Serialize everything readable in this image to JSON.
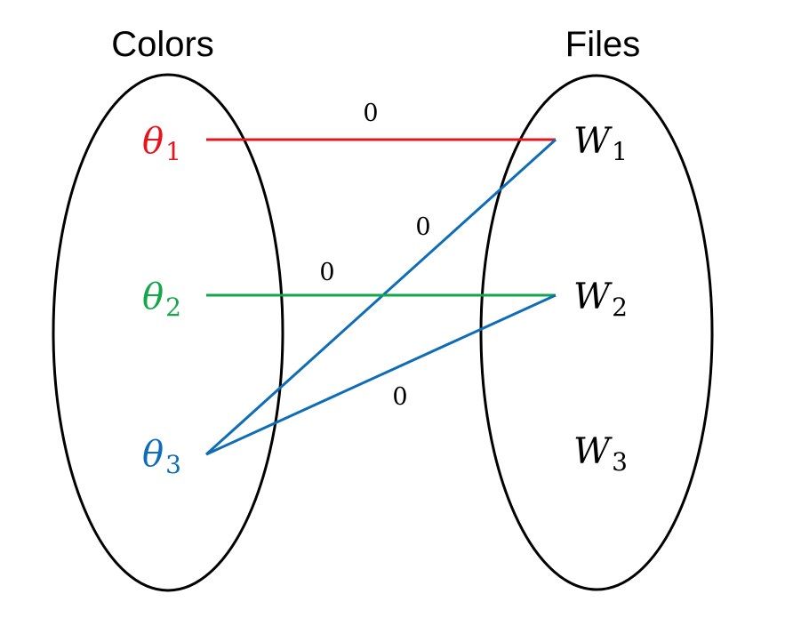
{
  "sets": {
    "left": {
      "title": "Colors"
    },
    "right": {
      "title": "Files"
    }
  },
  "nodes": {
    "theta1": {
      "symbol": "θ",
      "sub": "1",
      "color": "#e8141b"
    },
    "theta2": {
      "symbol": "θ",
      "sub": "2",
      "color": "#16a64a"
    },
    "theta3": {
      "symbol": "θ",
      "sub": "3",
      "color": "#0f6db7"
    },
    "w1": {
      "symbol": "W",
      "sub": "1",
      "color": "#000000"
    },
    "w2": {
      "symbol": "W",
      "sub": "2",
      "color": "#000000"
    },
    "w3": {
      "symbol": "W",
      "sub": "3",
      "color": "#000000"
    }
  },
  "edges": [
    {
      "from": "theta1",
      "to": "w1",
      "label": "0",
      "color": "#e8141b"
    },
    {
      "from": "theta3",
      "to": "w1",
      "label": "0",
      "color": "#0f6db7"
    },
    {
      "from": "theta2",
      "to": "w2",
      "label": "0",
      "color": "#16a64a"
    },
    {
      "from": "theta3",
      "to": "w2",
      "label": "0",
      "color": "#0f6db7"
    }
  ]
}
